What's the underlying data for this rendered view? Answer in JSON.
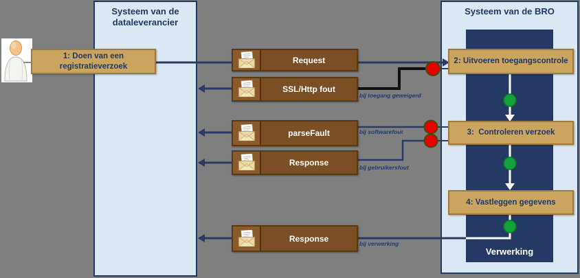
{
  "lanes": {
    "left_title": "Systeem van de dataleverancier",
    "right_title": "Systeem van de BRO",
    "processing_label": "Verwerking"
  },
  "steps": {
    "step1": "1: Doen van een registratieverzoek",
    "step2": "2: Uitvoeren toegangscontrole",
    "step3": "3:  Controleren verzoek",
    "step4": "4: Vastleggen gegevens"
  },
  "messages": [
    {
      "label": "Request",
      "annotation": ""
    },
    {
      "label": "SSL/Http fout",
      "annotation": "bij toegang geweigerd"
    },
    {
      "label": "parseFault",
      "annotation": "bij softwarefout"
    },
    {
      "label": "Response",
      "annotation": "bij gebruikersfout"
    },
    {
      "label": "Response",
      "annotation": "bij verwerking"
    }
  ],
  "icons": {
    "envelope": "envelope-icon",
    "user": "user-icon",
    "error_dot": "red-status-dot",
    "ok_dot": "green-status-dot"
  },
  "colors": {
    "background": "#7f7f7f",
    "lane_fill": "#dbe7f3",
    "lane_border": "#1f3864",
    "navy_panel": "#243a64",
    "step_fill": "#cba55f",
    "step_border": "#9c7c3c",
    "message_fill": "#7c4e24",
    "message_border": "#5a3917",
    "status_error": "#e60000",
    "status_ok": "#14a03a",
    "line_navy": "#2b3a64",
    "line_black": "#111111",
    "text_navy": "#1f3864"
  }
}
